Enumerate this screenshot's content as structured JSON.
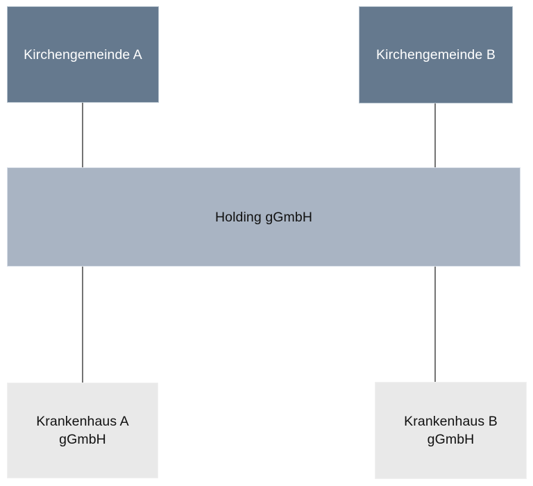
{
  "diagram": {
    "type": "org-chart",
    "background": "#ffffff",
    "connector_color": "#737373",
    "nodes": {
      "kirchengemeinde_a": {
        "label": "Kirchengemeinde A",
        "fill": "#65798e",
        "text_color": "#ffffff"
      },
      "kirchengemeinde_b": {
        "label": "Kirchengemeinde B",
        "fill": "#65798e",
        "text_color": "#ffffff"
      },
      "holding": {
        "label": "Holding gGmbH",
        "fill": "#a9b4c3",
        "text_color": "#101010"
      },
      "krankenhaus_a": {
        "label": "Krankenhaus A\ngGmbH",
        "fill": "#e9e9e9",
        "text_color": "#101010"
      },
      "krankenhaus_b": {
        "label": "Krankenhaus B\ngGmbH",
        "fill": "#e9e9e9",
        "text_color": "#101010"
      }
    },
    "edges": [
      {
        "from": "kirchengemeinde_a",
        "to": "holding"
      },
      {
        "from": "kirchengemeinde_b",
        "to": "holding"
      },
      {
        "from": "holding",
        "to": "krankenhaus_a"
      },
      {
        "from": "holding",
        "to": "krankenhaus_b"
      }
    ]
  }
}
